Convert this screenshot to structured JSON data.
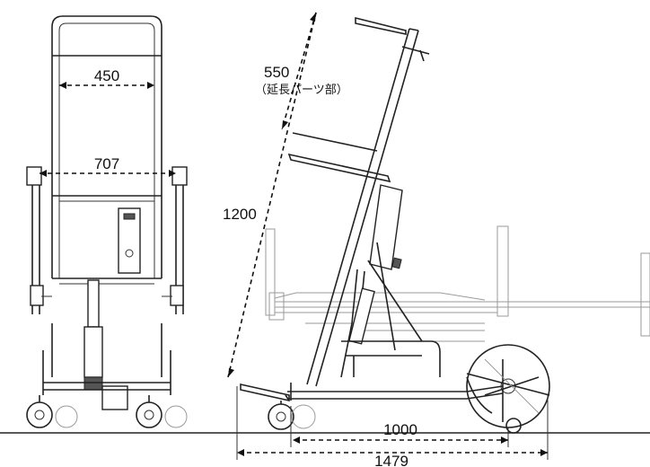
{
  "dimensions": {
    "handle_width": "450",
    "frame_width": "707",
    "extension_length": "550",
    "extension_note": "（延長パーツ部）",
    "overall_height": "1200",
    "wheelbase": "1000",
    "overall_length": "1479"
  },
  "colors": {
    "line": "#222222",
    "bed_outline": "#9a9a9a",
    "background": "#ffffff"
  }
}
